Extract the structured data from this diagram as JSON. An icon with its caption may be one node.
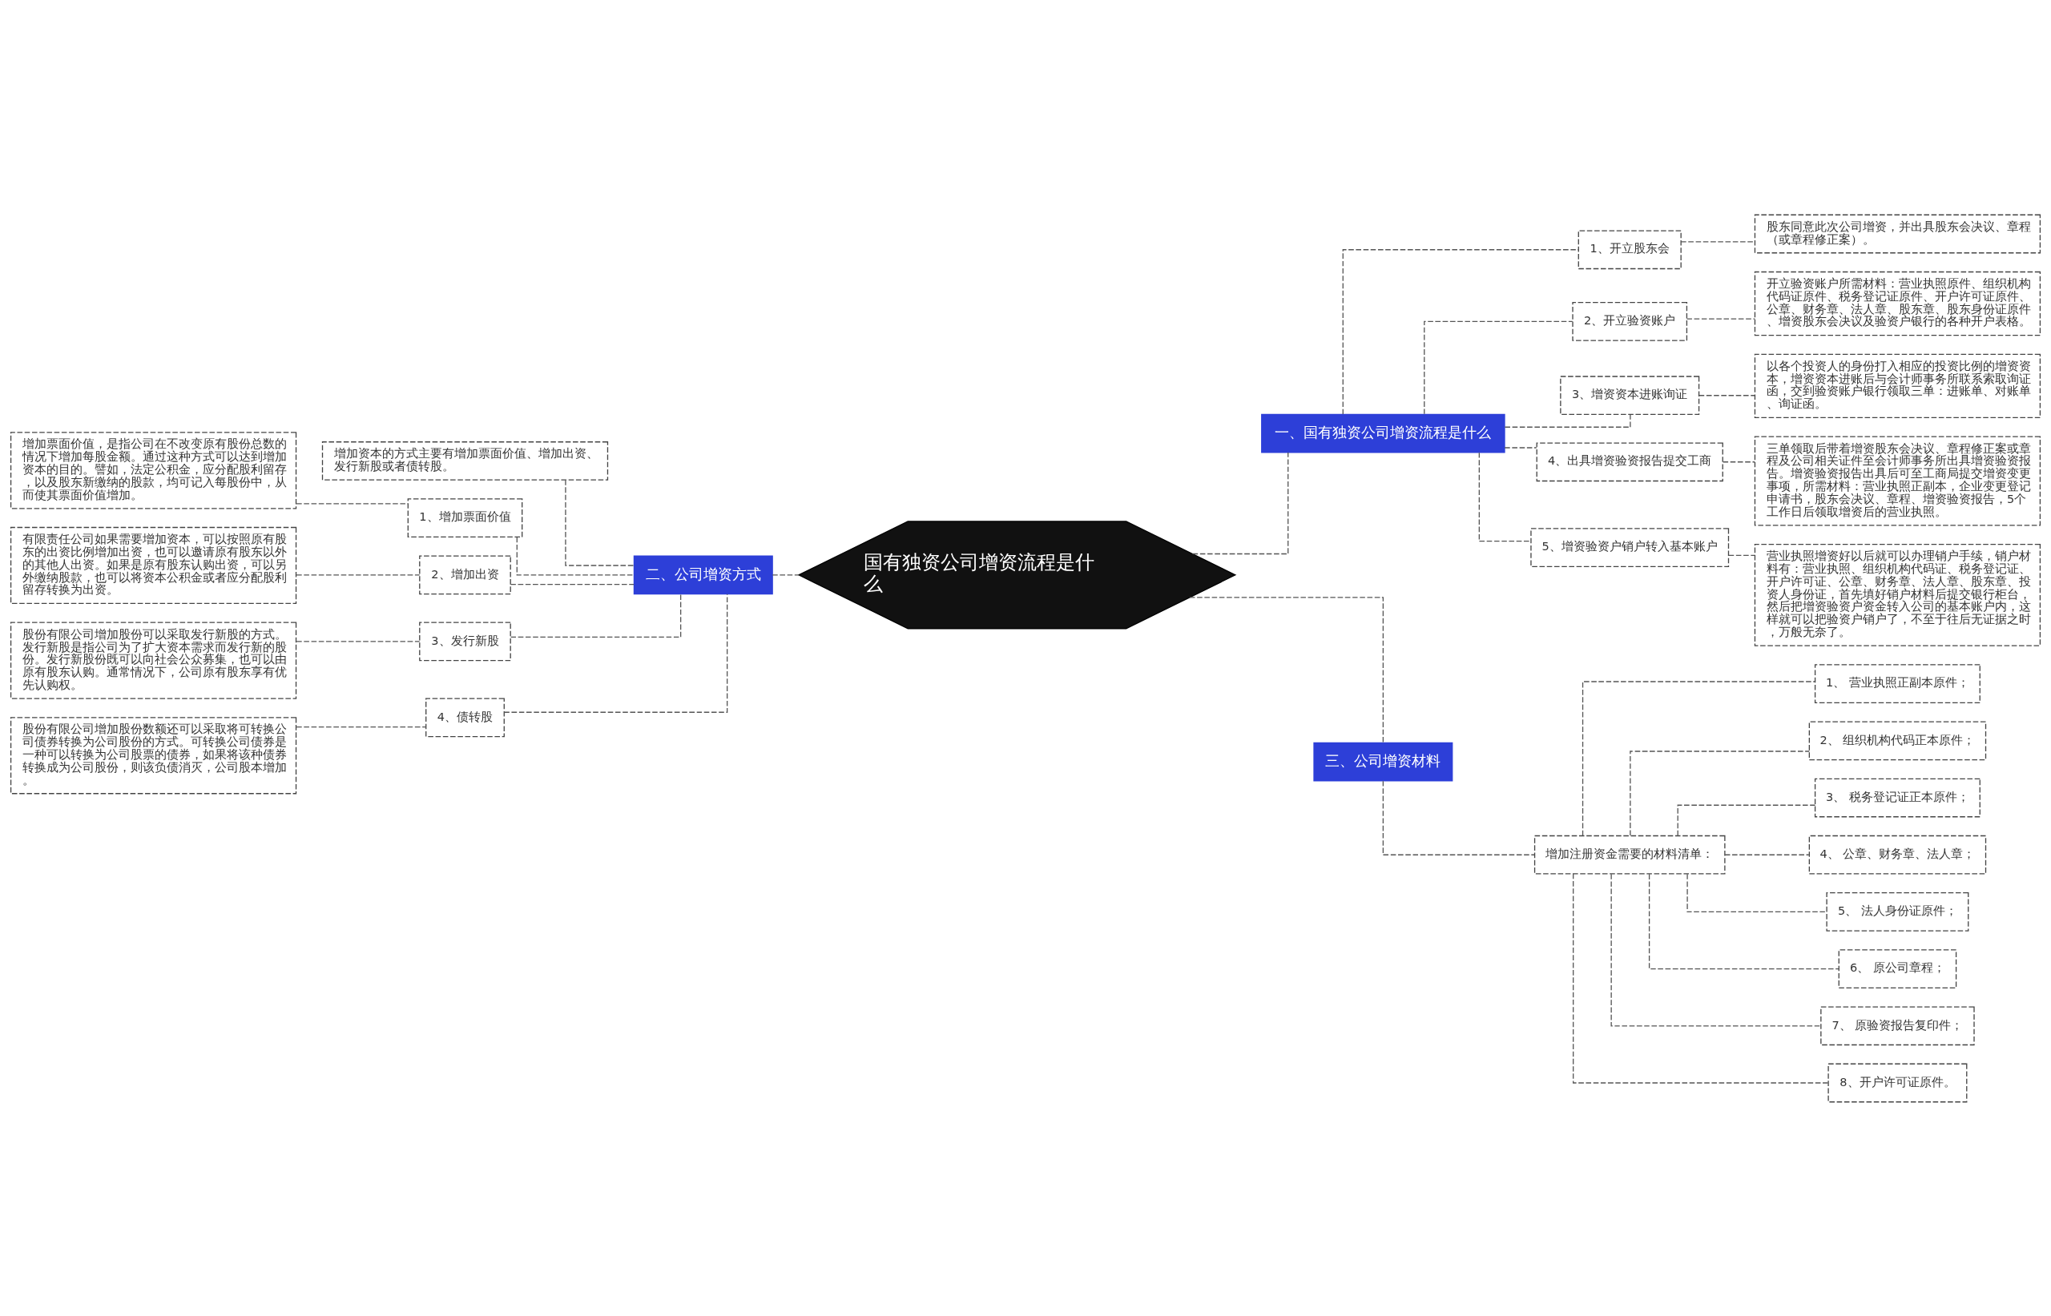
{
  "diagram": {
    "nodes": [
      {
        "text": [
          "国有独资公司增资流程是什么"
        ]
      },
      {
        "text": [
          "一、国有独资公司增资流程是什么"
        ]
      },
      {
        "text": [
          "1、开立股东会"
        ]
      },
      {
        "text": [
          "股东同意此次公司增资，并出具股东会决议、章程（或章程修正案）。"
        ]
      },
      {
        "text": [
          "2、开立验资账户"
        ]
      },
      {
        "text": [
          "开立验资账户所需材料：营业执照原件、组织机构代码证原件、税务登记证原件、开户许可证原件、公章、财务章、法人章、股东章、股东身份证原件、增资股东会决议及验资户银行的各种开户表格。"
        ]
      },
      {
        "text": [
          "3、增资资本进账询证"
        ]
      },
      {
        "text": [
          "以各个投资人的身份打入相应的投资比例的增资资本，增资资本进账后与会计师事务所联系索取询证函，交到验资账户银行领取三单：进账单、对账单、询证函。"
        ]
      },
      {
        "text": [
          "4、出具增资验资报告提交工商"
        ]
      },
      {
        "text": [
          "三单领取后带着增资股东会决议、章程修正案或章程及公司相关证件至会计师事务所出具增资验资报告。增资验资报告出具后可至工商局提交增资变更事项，所需材料：营业执照正副本，企业变更登记申请书，股东会决议、章程、增资验资报告，5个工作日后领取增资后的营业执照。"
        ]
      },
      {
        "text": [
          "5、增资验资户销户转入基本账户"
        ]
      },
      {
        "text": [
          "营业执照增资好以后就可以办理销户手续，销户材料有：营业执照、组织机构代码证、税务登记证、开户许可证、公章、财务章、法人章、股东章、投资人身份证，首先填好销户材料后提交银行柜台，然后把增资验资户资金转入公司的基本账户内，这样就可以把验资户销户了，不至于往后无证据之时，万般无奈了。"
        ]
      },
      {
        "text": [
          "二、公司增资方式"
        ]
      },
      {
        "text": [
          "增加资本的方式主要有增加票面价值、增加出资、发行新股或者债转股。"
        ]
      },
      {
        "text": [
          "1、增加票面价值"
        ]
      },
      {
        "text": [
          "增加票面价值，是指公司在不改变原有股份总数的情况下增加每股金额。通过这种方式可以达到增加资本的目的。譬如，法定公积金，应分配股利留存，以及股东新缴纳的股款，均可记入每股份中，从而使其票面价值增加。"
        ]
      },
      {
        "text": [
          "2、增加出资"
        ]
      },
      {
        "text": [
          "有限责任公司如果需要增加资本，可以按照原有股东的出资比例增加出资，也可以邀请原有股东以外的其他人出资。如果是原有股东认购出资，可以另外缴纳股款，也可以将资本公积金或者应分配股利留存转换为出资。"
        ]
      },
      {
        "text": [
          "3、发行新股"
        ]
      },
      {
        "text": [
          "股份有限公司增加股份可以采取发行新股的方式。发行新股是指公司为了扩大资本需求而发行新的股份。发行新股份既可以向社会公众募集，也可以由原有股东认购。通常情况下，公司原有股东享有优先认购权。"
        ]
      },
      {
        "text": [
          "4、债转股"
        ]
      },
      {
        "text": [
          "股份有限公司增加股份数额还可以采取将可转换公司债券转换为公司股份的方式。可转换公司债券是一种可以转换为公司股票的债券，如果将该种债券转换成为公司股份，则该负债消灭，公司股本增加。"
        ]
      },
      {
        "text": [
          "三、公司增资材料"
        ]
      },
      {
        "text": [
          "增加注册资金需要的材料清单："
        ]
      },
      {
        "text": [
          "1、 营业执照正副本原件；"
        ]
      },
      {
        "text": [
          "2、 组织机构代码正本原件；"
        ]
      },
      {
        "text": [
          "3、 税务登记证正本原件；"
        ]
      },
      {
        "text": [
          "4、 公章、财务章、法人章；"
        ]
      },
      {
        "text": [
          "5、 法人身份证原件；"
        ]
      },
      {
        "text": [
          "6、 原公司章程；"
        ]
      },
      {
        "text": [
          "7、 原验资报告复印件；"
        ]
      },
      {
        "text": [
          "8、开户许可证原件。"
        ]
      }
    ],
    "edges": [
      {
        "from": 0,
        "to": 1,
        "arrow": "none",
        "style": "dashed"
      },
      {
        "from": 1,
        "to": 2,
        "arrow": "none",
        "style": "dashed"
      },
      {
        "from": 2,
        "to": 3,
        "arrow": "none",
        "style": "dashed"
      },
      {
        "from": 1,
        "to": 4,
        "arrow": "none",
        "style": "dashed"
      },
      {
        "from": 4,
        "to": 5,
        "arrow": "none",
        "style": "dashed"
      },
      {
        "from": 1,
        "to": 6,
        "arrow": "none",
        "style": "dashed"
      },
      {
        "from": 6,
        "to": 7,
        "arrow": "none",
        "style": "dashed"
      },
      {
        "from": 1,
        "to": 8,
        "arrow": "none",
        "style": "dashed"
      },
      {
        "from": 8,
        "to": 9,
        "arrow": "none",
        "style": "dashed"
      },
      {
        "from": 1,
        "to": 10,
        "arrow": "none",
        "style": "dashed"
      },
      {
        "from": 10,
        "to": 11,
        "arrow": "none",
        "style": "dashed"
      },
      {
        "from": 0,
        "to": 12,
        "arrow": "none",
        "style": "dashed"
      },
      {
        "from": 12,
        "to": 13,
        "arrow": "none",
        "style": "dashed"
      },
      {
        "from": 12,
        "to": 14,
        "arrow": "none",
        "style": "dashed"
      },
      {
        "from": 14,
        "to": 15,
        "arrow": "none",
        "style": "dashed"
      },
      {
        "from": 12,
        "to": 16,
        "arrow": "none",
        "style": "dashed"
      },
      {
        "from": 16,
        "to": 17,
        "arrow": "none",
        "style": "dashed"
      },
      {
        "from": 12,
        "to": 18,
        "arrow": "none",
        "style": "dashed"
      },
      {
        "from": 18,
        "to": 19,
        "arrow": "none",
        "style": "dashed"
      },
      {
        "from": 12,
        "to": 20,
        "arrow": "none",
        "style": "dashed"
      },
      {
        "from": 20,
        "to": 21,
        "arrow": "none",
        "style": "dashed"
      },
      {
        "from": 0,
        "to": 22,
        "arrow": "none",
        "style": "dashed"
      },
      {
        "from": 22,
        "to": 23,
        "arrow": "none",
        "style": "dashed"
      },
      {
        "from": 23,
        "to": 24,
        "arrow": "none",
        "style": "dashed"
      },
      {
        "from": 23,
        "to": 25,
        "arrow": "none",
        "style": "dashed"
      },
      {
        "from": 23,
        "to": 26,
        "arrow": "none",
        "style": "dashed"
      },
      {
        "from": 23,
        "to": 27,
        "arrow": "none",
        "style": "dashed"
      },
      {
        "from": 23,
        "to": 28,
        "arrow": "none",
        "style": "dashed"
      },
      {
        "from": 23,
        "to": 29,
        "arrow": "none",
        "style": "dashed"
      },
      {
        "from": 23,
        "to": 30,
        "arrow": "none",
        "style": "dashed"
      },
      {
        "from": 23,
        "to": 31,
        "arrow": "none",
        "style": "dashed"
      }
    ]
  }
}
